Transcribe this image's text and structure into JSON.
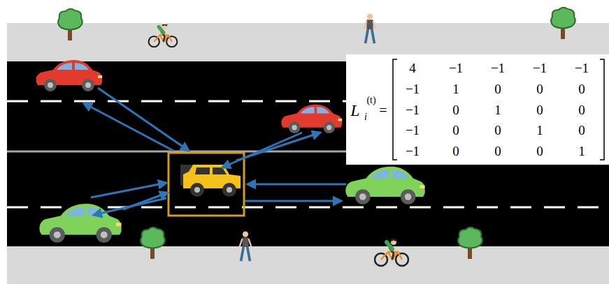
{
  "diagram": {
    "labels": [
      "L",
      "i",
      "(t)",
      "=",
      "4",
      "−1",
      "−1",
      "−1",
      "−1",
      "−1",
      "1",
      "0",
      "0",
      "0",
      "−1",
      "0",
      "1",
      "0",
      "0",
      "−1",
      "0",
      "0",
      "1",
      "0",
      "−1",
      "0",
      "0",
      "0",
      "1"
    ]
  }
}
